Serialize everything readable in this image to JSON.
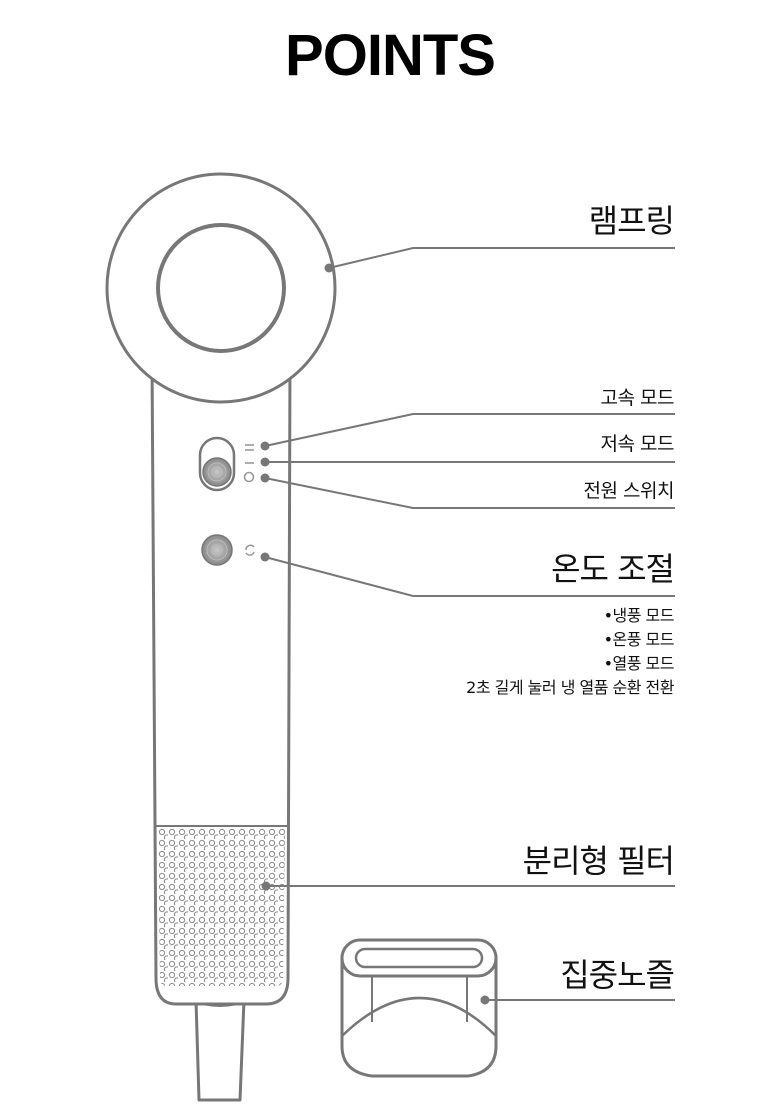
{
  "title": "POINTS",
  "callouts": {
    "lamp_ring": "램프링",
    "high_speed": "고속 모드",
    "low_speed": "저속 모드",
    "power_switch": "전원 스위치",
    "temperature": "온도 조절",
    "filter": "분리형 필터",
    "nozzle": "집중노즐"
  },
  "temperature_modes": [
    "•냉풍 모드",
    "•온풍 모드",
    "•열풍 모드",
    "2초 길게 눌러 냉 열품 순환 전환"
  ],
  "icons": {
    "high_speed_mark": "double-dash-icon",
    "low_speed_mark": "single-dash-icon",
    "power_mark": "circle-icon",
    "temperature_mark": "cycle-icon"
  },
  "colors": {
    "outline": "#777777",
    "leader": "#777777",
    "button": "#8a8a8a",
    "text": "#111111"
  }
}
